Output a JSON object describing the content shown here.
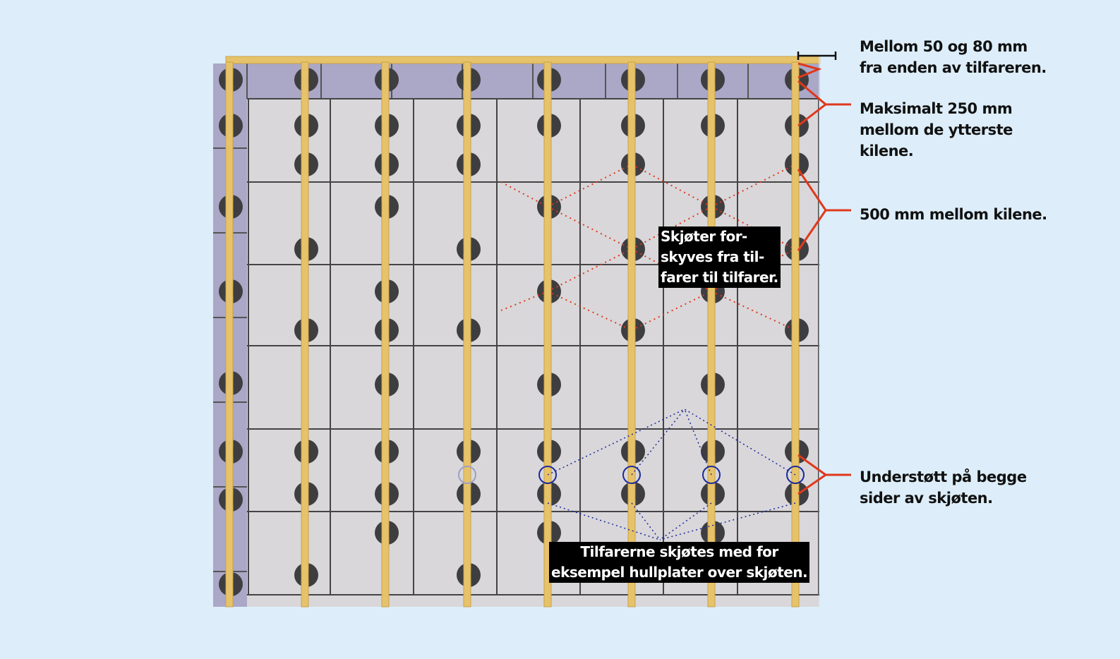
{
  "notes": {
    "end_distance": "Mellom 50 og 80 mm\nfra enden av tilfareren.",
    "max_outer": "Maksimalt 250 mm\nmellom de ytterste\nkilene.",
    "spacing": "500 mm mellom kilene.",
    "supported": "Understøtt på begge\nsider av skjøten."
  },
  "callouts": {
    "offset_joints": "Skjøter for-\nskyves fra til-\nfarer til tilfarer.",
    "splice": "Tilfarerne skjøtes med for\neksempel hullplater over skjøten."
  },
  "colors": {
    "background": "#ddeefa",
    "board": "#d9d7da",
    "edge_board": "#aaa7c7",
    "batten": "#e6c36a",
    "leader": "#e0381c",
    "joint": "#1a2a9a"
  }
}
